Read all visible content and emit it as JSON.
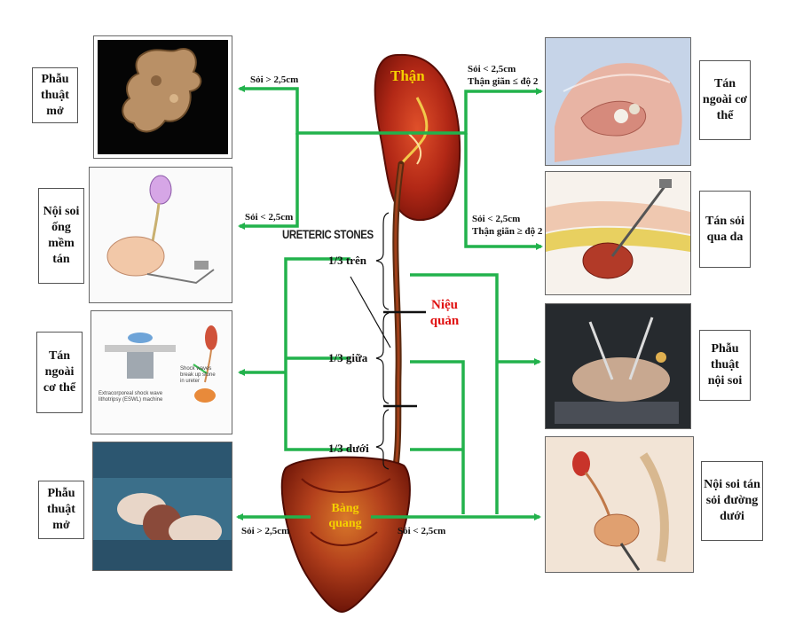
{
  "organs": {
    "kidney": "Thận",
    "ureter": "Niệu quản",
    "bladder": "Bàng quang"
  },
  "ureteric_heading": "URETERIC STONES",
  "segments": {
    "upper": "1/3 trên",
    "middle": "1/3 giữa",
    "lower": "1/3 dưới"
  },
  "conditions": {
    "kidney_gt": "Sỏi > 2,5cm",
    "kidney_lt": "Sỏi < 2,5cm",
    "kidney_right1_a": "Sỏi < 2,5cm",
    "kidney_right1_b": "Thận giãn ≤ độ 2",
    "kidney_right2_a": "Sỏi  < 2,5cm",
    "kidney_right2_b": "Thận giãn ≥ độ 2",
    "bladder_gt": "Sỏi  > 2,5cm",
    "bladder_lt": "Sỏi  < 2,5cm"
  },
  "treatments_left": [
    {
      "label": "Phẫu thuật mở"
    },
    {
      "label": "Nội soi ống mềm tán"
    },
    {
      "label": "Tán ngoài cơ thể"
    },
    {
      "label": "Phẫu thuật mở"
    }
  ],
  "treatments_right": [
    {
      "label": "Tán ngoài cơ thể"
    },
    {
      "label": "Tán sỏi qua da"
    },
    {
      "label": "Phẫu thuật nội soi"
    },
    {
      "label": "Nội soi tán sỏi đường dưới"
    }
  ],
  "photo_captions": {
    "eswl": "Extracorporeal shock wave lithotripsy (ESWL) machine",
    "shockwave": "Shock waves break up stone in ureter"
  },
  "colors": {
    "arrow": "#22b24c",
    "kidney_label": "#f5d000",
    "ureter_label": "#e01010",
    "bladder_label": "#f5d000",
    "organ": "#8b1a10"
  }
}
